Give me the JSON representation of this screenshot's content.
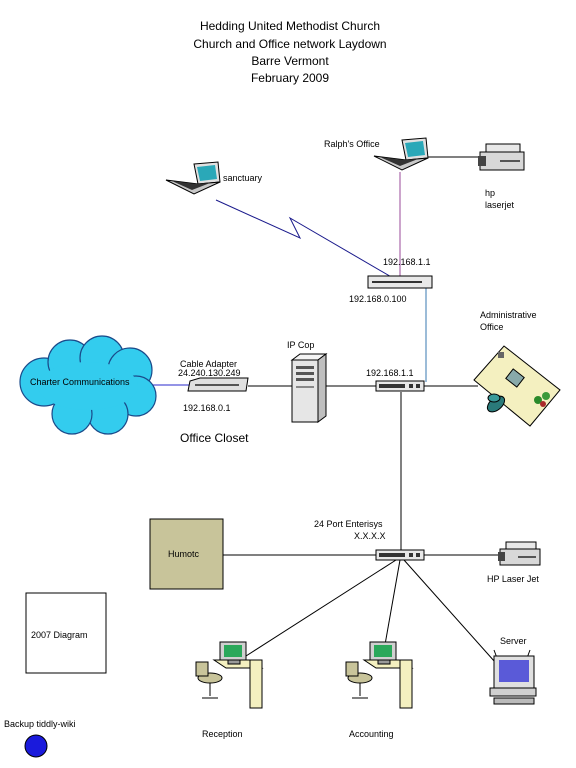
{
  "title": {
    "line1": "Hedding United Methodist Church",
    "line2": "Church and Office network  Laydown",
    "line3": "Barre Vermont",
    "line4": "February 2009"
  },
  "nodes": {
    "sanctuary": "sanctuary",
    "ralphs_office": "Ralph's Office",
    "hp_laserjet_line1": "hp",
    "hp_laserjet_line2": "laserjet",
    "router_ip_top": "192.168.1.1",
    "router_ip_bottom": "192.168.0.100",
    "admin_office_line1": "Administrative",
    "admin_office_line2": "Office",
    "ip_cop": "IP Cop",
    "cable_adapter": "Cable Adapter",
    "cable_adapter_ip": "24.240.130.249",
    "cable_adapter_lan": "192.168.0.1",
    "office_closet": "Office Closet",
    "charter": "Charter Communications",
    "switch_ip": "192.168.1.1",
    "enterasys_line1": "24 Port Enterisys",
    "enterasys_line2": "X.X.X.X",
    "humotc": "Humotc",
    "hp_laser_jet": "HP Laser Jet",
    "diagram_2007": "2007 Diagram",
    "server": "Server",
    "reception": "Reception",
    "accounting": "Accounting",
    "backup_wiki": "Backup tiddly-wiki"
  },
  "colors": {
    "wireless_link": "#1a1a8c",
    "ralph_link": "#9a4a9a",
    "router_link": "#3a7ab0",
    "cloud_fill": "#33ccee",
    "cloud_stroke": "#1a4a8a",
    "humotc_fill": "#c8c49a",
    "backup_dot": "#1a1adc",
    "cable_link": "#2a2acc"
  }
}
